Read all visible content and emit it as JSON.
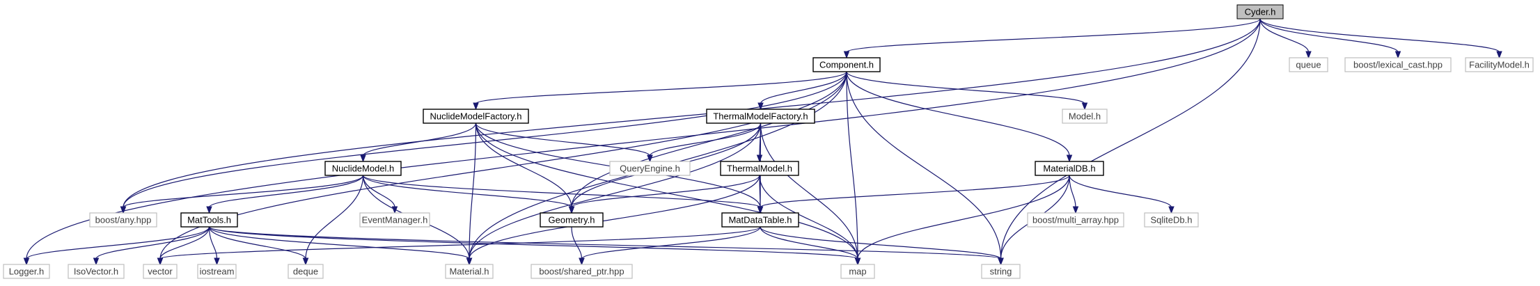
{
  "graph": {
    "nodes": [
      {
        "id": "cyder",
        "label": "Cyder.h",
        "kind": "root"
      },
      {
        "id": "component",
        "label": "Component.h",
        "kind": "local"
      },
      {
        "id": "queue",
        "label": "queue",
        "kind": "external"
      },
      {
        "id": "lexical",
        "label": "boost/lexical_cast.hpp",
        "kind": "external"
      },
      {
        "id": "facility",
        "label": "FacilityModel.h",
        "kind": "external"
      },
      {
        "id": "nuclidefactory",
        "label": "NuclideModelFactory.h",
        "kind": "local"
      },
      {
        "id": "thermalfactory",
        "label": "ThermalModelFactory.h",
        "kind": "local"
      },
      {
        "id": "model",
        "label": "Model.h",
        "kind": "external"
      },
      {
        "id": "nuclidemodel",
        "label": "NuclideModel.h",
        "kind": "local"
      },
      {
        "id": "queryengine",
        "label": "QueryEngine.h",
        "kind": "external"
      },
      {
        "id": "thermalmodel",
        "label": "ThermalModel.h",
        "kind": "local"
      },
      {
        "id": "materialdb",
        "label": "MaterialDB.h",
        "kind": "local"
      },
      {
        "id": "boostany",
        "label": "boost/any.hpp",
        "kind": "external"
      },
      {
        "id": "mattools",
        "label": "MatTools.h",
        "kind": "local"
      },
      {
        "id": "eventmanager",
        "label": "EventManager.h",
        "kind": "external"
      },
      {
        "id": "geometry",
        "label": "Geometry.h",
        "kind": "local"
      },
      {
        "id": "matdatatable",
        "label": "MatDataTable.h",
        "kind": "local"
      },
      {
        "id": "multiarray",
        "label": "boost/multi_array.hpp",
        "kind": "external"
      },
      {
        "id": "sqlitedb",
        "label": "SqliteDb.h",
        "kind": "external"
      },
      {
        "id": "logger",
        "label": "Logger.h",
        "kind": "external"
      },
      {
        "id": "isovector",
        "label": "IsoVector.h",
        "kind": "external"
      },
      {
        "id": "vector",
        "label": "vector",
        "kind": "external"
      },
      {
        "id": "iostream",
        "label": "iostream",
        "kind": "external"
      },
      {
        "id": "deque",
        "label": "deque",
        "kind": "external"
      },
      {
        "id": "material",
        "label": "Material.h",
        "kind": "external"
      },
      {
        "id": "sharedptr",
        "label": "boost/shared_ptr.hpp",
        "kind": "external"
      },
      {
        "id": "map",
        "label": "map",
        "kind": "external"
      },
      {
        "id": "string",
        "label": "string",
        "kind": "external"
      }
    ],
    "edges": [
      [
        "cyder",
        "component"
      ],
      [
        "cyder",
        "queue"
      ],
      [
        "cyder",
        "lexical"
      ],
      [
        "cyder",
        "facility"
      ],
      [
        "cyder",
        "logger"
      ],
      [
        "cyder",
        "boostany"
      ],
      [
        "cyder",
        "string"
      ],
      [
        "component",
        "nuclidefactory"
      ],
      [
        "component",
        "thermalfactory"
      ],
      [
        "component",
        "model"
      ],
      [
        "component",
        "materialdb"
      ],
      [
        "component",
        "boostany"
      ],
      [
        "component",
        "vector"
      ],
      [
        "component",
        "material"
      ],
      [
        "component",
        "geometry"
      ],
      [
        "component",
        "map"
      ],
      [
        "component",
        "string"
      ],
      [
        "nuclidefactory",
        "nuclidemodel"
      ],
      [
        "nuclidefactory",
        "queryengine"
      ],
      [
        "nuclidefactory",
        "geometry"
      ],
      [
        "nuclidefactory",
        "material"
      ],
      [
        "nuclidefactory",
        "matdatatable"
      ],
      [
        "nuclidefactory",
        "map"
      ],
      [
        "thermalfactory",
        "thermalmodel"
      ],
      [
        "thermalfactory",
        "queryengine"
      ],
      [
        "thermalfactory",
        "geometry"
      ],
      [
        "thermalfactory",
        "material"
      ],
      [
        "thermalfactory",
        "matdatatable"
      ],
      [
        "thermalfactory",
        "map"
      ],
      [
        "nuclidemodel",
        "boostany"
      ],
      [
        "nuclidemodel",
        "mattools"
      ],
      [
        "nuclidemodel",
        "eventmanager"
      ],
      [
        "nuclidemodel",
        "geometry"
      ],
      [
        "nuclidemodel",
        "matdatatable"
      ],
      [
        "nuclidemodel",
        "material"
      ],
      [
        "nuclidemodel",
        "deque"
      ],
      [
        "thermalmodel",
        "geometry"
      ],
      [
        "thermalmodel",
        "matdatatable"
      ],
      [
        "thermalmodel",
        "material"
      ],
      [
        "thermalmodel",
        "map"
      ],
      [
        "materialdb",
        "matdatatable"
      ],
      [
        "materialdb",
        "multiarray"
      ],
      [
        "materialdb",
        "sqlitedb"
      ],
      [
        "materialdb",
        "map"
      ],
      [
        "materialdb",
        "string"
      ],
      [
        "mattools",
        "logger"
      ],
      [
        "mattools",
        "isovector"
      ],
      [
        "mattools",
        "vector"
      ],
      [
        "mattools",
        "iostream"
      ],
      [
        "mattools",
        "deque"
      ],
      [
        "mattools",
        "material"
      ],
      [
        "mattools",
        "map"
      ],
      [
        "mattools",
        "string"
      ],
      [
        "geometry",
        "sharedptr"
      ],
      [
        "matdatatable",
        "vector"
      ],
      [
        "matdatatable",
        "sharedptr"
      ],
      [
        "matdatatable",
        "map"
      ],
      [
        "matdatatable",
        "string"
      ]
    ]
  }
}
